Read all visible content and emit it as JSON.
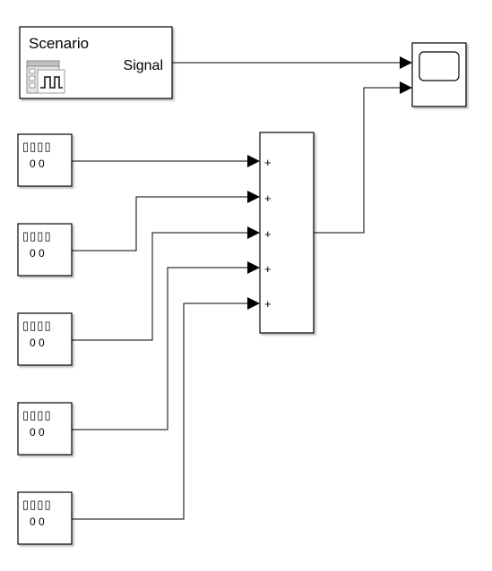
{
  "scenario_block": {
    "title": "Scenario",
    "output_port_label": "Signal",
    "icon": "signal-builder-icon"
  },
  "scope_block": {
    "icon": "scope-screen-icon",
    "input_count": 2
  },
  "sum_block": {
    "input_signs": [
      "+",
      "+",
      "+",
      "+",
      "+"
    ]
  },
  "constant_blocks": [
    {
      "digit_boxes": "▯▯▯▯",
      "value_text": "0 0"
    },
    {
      "digit_boxes": "▯▯▯▯",
      "value_text": "0 0"
    },
    {
      "digit_boxes": "▯▯▯▯",
      "value_text": "0 0"
    },
    {
      "digit_boxes": "▯▯▯▯",
      "value_text": "0 0"
    },
    {
      "digit_boxes": "▯▯▯▯",
      "value_text": "0 0"
    }
  ]
}
